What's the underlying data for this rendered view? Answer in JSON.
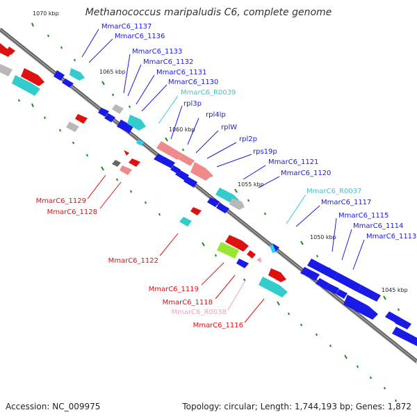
{
  "title": "Methanococcus maripaludis C6, complete genome",
  "footer": {
    "accession": "Accession: NC_009975",
    "summary": "Topology: circular; Length: 1,744,193 bp; Genes: 1,872"
  },
  "kbp_labels": [
    "1070 kbp",
    "1065 kbp",
    "1060 kbp",
    "1055 kbp",
    "1050 kbp",
    "1045 kbp"
  ],
  "gene_labels": [
    "MmarC6_1137",
    "MmarC6_1136",
    "MmarC6_1133",
    "MmarC6_1132",
    "MmarC6_1131",
    "MmarC6_1130",
    "MmarC6_R0039",
    "rpl3p",
    "rpl4lp",
    "rplW",
    "rpl2p",
    "rps19p",
    "MmarC6_1121",
    "MmarC6_1120",
    "MmarC6_R0037",
    "MmarC6_1117",
    "MmarC6_1115",
    "MmarC6_1114",
    "MmarC6_1113",
    "MmarC6_1129",
    "MmarC6_1128",
    "MmarC6_1122",
    "MmarC6_1119",
    "MmarC6_1118",
    "MmarC6_R0038",
    "MmarC6_1116"
  ],
  "colors": {
    "blue": "#1a1ae6",
    "red": "#e01010",
    "cyan": "#33cccc",
    "salmon": "#f08a8a",
    "grey": "#b8b8b8",
    "lime": "#99e632",
    "pink": "#f2a0c8",
    "darkgreen": "#1a8a1a"
  }
}
